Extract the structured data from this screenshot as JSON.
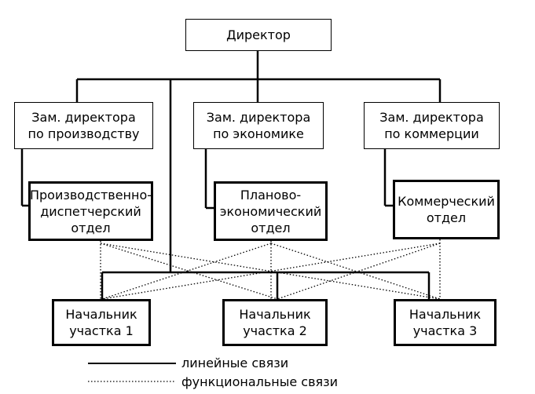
{
  "diagram": {
    "director": {
      "line1": "Директор"
    },
    "deputies": [
      {
        "line1": "Зам. директора",
        "line2": "по производству"
      },
      {
        "line1": "Зам. директора",
        "line2": "по экономике"
      },
      {
        "line1": "Зам. директора",
        "line2": "по коммерции"
      }
    ],
    "departments": [
      {
        "line1": "Производственно-",
        "line2": "диспетчерский",
        "line3": "отдел"
      },
      {
        "line1": "Планово-",
        "line2": "экономический",
        "line3": "отдел"
      },
      {
        "line1": "Коммерческий",
        "line2": "отдел"
      }
    ],
    "sites": [
      {
        "line1": "Начальник",
        "line2": "участка 1"
      },
      {
        "line1": "Начальник",
        "line2": "участка 2"
      },
      {
        "line1": "Начальник",
        "line2": "участка 3"
      }
    ]
  },
  "legend": {
    "linear": "линейные связи",
    "functional": "функциональные связи"
  }
}
